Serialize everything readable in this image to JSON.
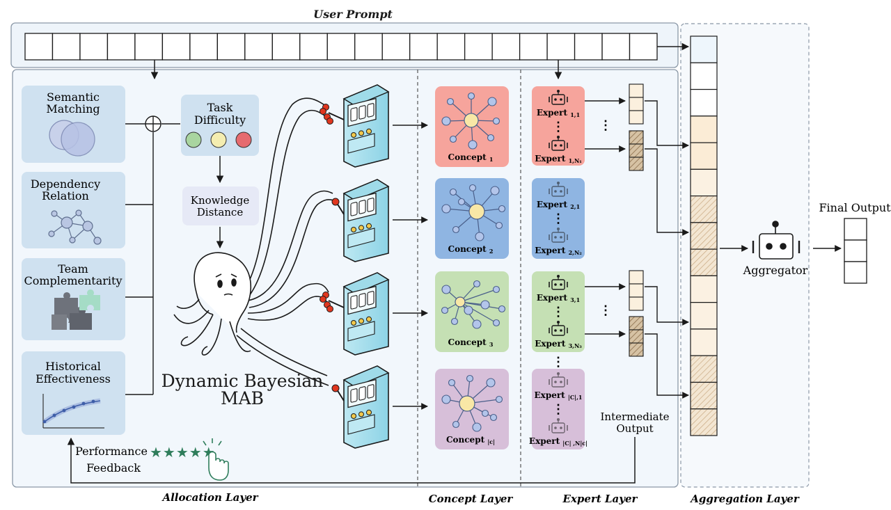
{
  "prompt": {
    "label": "User Prompt",
    "token_count": 23
  },
  "layers": {
    "allocation": "Allocation Layer",
    "concept": "Concept Layer",
    "expert": "Expert Layer",
    "aggregation": "Aggregation Layer"
  },
  "factors": [
    {
      "title_line1": "Semantic",
      "title_line2": "Matching",
      "icon": "venn-icon"
    },
    {
      "title_line1": "Dependency",
      "title_line2": "Relation",
      "icon": "graph-icon"
    },
    {
      "title_line1": "Team",
      "title_line2": "Complementarity",
      "icon": "puzzle-icon"
    },
    {
      "title_line1": "Historical",
      "title_line2": "Effectiveness",
      "icon": "trend-chart-icon"
    }
  ],
  "combine_symbol": "⊕",
  "task_difficulty": {
    "line1": "Task",
    "line2": "Difficulty",
    "levels": [
      "#a9d5a0",
      "#f4edb0",
      "#e66b6f"
    ]
  },
  "knowledge_distance": {
    "line1": "Knowledge",
    "line2": "Distance"
  },
  "mab": {
    "line1": "Dynamic Bayesian",
    "line2": "MAB"
  },
  "feedback": {
    "line1": "Performance",
    "line2": "Feedback",
    "stars": "★★★★★",
    "star_color": "#2f7d5b"
  },
  "concepts": [
    {
      "label": "Concept",
      "sub": "1",
      "color": "#f6a49c"
    },
    {
      "label": "Concept",
      "sub": "2",
      "color": "#8fb5e2"
    },
    {
      "label": "Concept",
      "sub": "3",
      "color": "#c5e0b4"
    },
    {
      "label": "Concept",
      "sub": "|c|",
      "color": "#d7bfd9"
    }
  ],
  "experts": [
    {
      "top": "Expert",
      "top_sub": "1,1",
      "bottom": "Expert",
      "bottom_sub": "1,N₁",
      "color": "#f6a49c",
      "faded": false
    },
    {
      "top": "Expert",
      "top_sub": "2,1",
      "bottom": "Expert",
      "bottom_sub": "2,N₂",
      "color": "#8fb5e2",
      "faded": true
    },
    {
      "top": "Expert",
      "top_sub": "3,1",
      "bottom": "Expert",
      "bottom_sub": "3,N₃",
      "color": "#c5e0b4",
      "faded": false
    },
    {
      "top": "Expert",
      "top_sub": "|C|,1",
      "bottom": "Expert",
      "bottom_sub": "|C| ,N|c|",
      "color": "#d7bfd9",
      "faded": true
    }
  ],
  "intermediate": {
    "line1": "Intermediate",
    "line2": "Output"
  },
  "aggregator": {
    "label": "Aggregator"
  },
  "final_output": {
    "label": "Final Output",
    "cells": 3
  },
  "ellipsis": "⋮"
}
